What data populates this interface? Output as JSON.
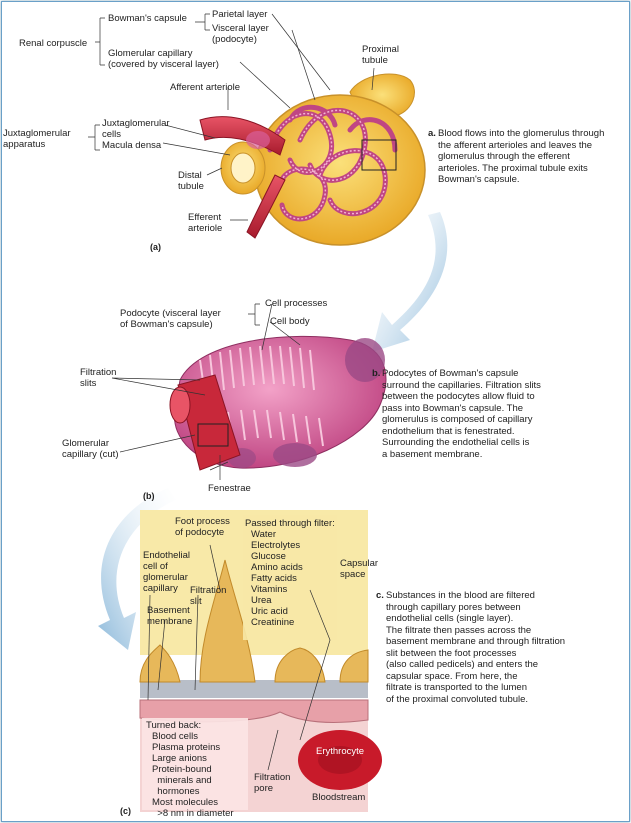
{
  "panel_a": {
    "letter": "(a)",
    "labels": {
      "renal_corpuscle": "Renal corpuscle",
      "bowmans_capsule": "Bowman's capsule",
      "parietal_layer": "Parietal layer",
      "visceral_layer": "Visceral layer\n(podocyte)",
      "glomerular_capillary": "Glomerular capillary\n(covered by visceral layer)",
      "proximal_tubule": "Proximal\ntubule",
      "afferent_arteriole": "Afferent arteriole",
      "juxtaglomerular_apparatus": "Juxtaglomerular\napparatus",
      "juxtaglomerular_cells": "Juxtaglomerular\ncells",
      "macula_densa": "Macula densa",
      "distal_tubule": "Distal\ntubule",
      "efferent_arteriole": "Efferent\narteriole"
    },
    "caption_letter": "a.",
    "caption": "Blood flows into the glomerulus through\nthe afferent arterioles and leaves the\nglomerulus through the efferent\narterioles. The proximal tubule exits\nBowman's capsule."
  },
  "panel_b": {
    "letter": "(b)",
    "labels": {
      "podocyte": "Podocyte (visceral layer\nof Bowman's capsule)",
      "cell_processes": "Cell processes",
      "cell_body": "Cell body",
      "filtration_slits": "Filtration\nslits",
      "glomerular_capillary_cut": "Glomerular\ncapillary (cut)",
      "fenestrae": "Fenestrae"
    },
    "caption_letter": "b.",
    "caption": "Podocytes of Bowman's capsule\nsurround the capillaries. Filtration slits\nbetween the podocytes allow fluid to\npass into Bowman's capsule. The\nglomerulus is composed of capillary\nendothelium that is fenestrated.\nSurrounding the endothelial cells is\na basement membrane."
  },
  "panel_c": {
    "letter": "(c)",
    "labels": {
      "foot_process": "Foot process\nof podocyte",
      "endothelial_cell": "Endothelial\ncell of\nglomerular\ncapillary",
      "filtration_slit": "Filtration\nslit",
      "basement_membrane": "Basement\nmembrane",
      "capsular_space": "Capsular\nspace",
      "erythrocyte": "Erythrocyte",
      "filtration_pore": "Filtration\npore",
      "bloodstream": "Bloodstream"
    },
    "passed_title": "Passed through filter:",
    "passed_items": [
      "Water",
      "Electrolytes",
      "Glucose",
      "Amino acids",
      "Fatty acids",
      "Vitamins",
      "Urea",
      "Uric acid",
      "Creatinine"
    ],
    "turned_title": "Turned back:",
    "turned_items": [
      "Blood cells",
      "Plasma proteins",
      "Large anions",
      "Protein-bound\n  minerals and\n  hormones",
      "Most molecules\n  >8 nm in diameter"
    ],
    "caption_letter": "c.",
    "caption": "Substances in the blood are filtered\nthrough capillary pores between\nendothelial cells (single layer).\nThe filtrate then passes across the\nbasement membrane and through filtration\nslit between the foot processes\n(also called pedicels) and enters the\ncapsular space. From here, the\nfiltrate is transported to the lumen\nof the proximal convoluted tubule."
  },
  "colors": {
    "capsule_yellow": "#f2c23a",
    "podocyte_pink": "#d9609a",
    "arteriole_red": "#c8283a",
    "arrow_blue": "#8ab8d8",
    "capsular_space": "#f8e9a8",
    "bloodstream": "#f4d3d3"
  }
}
